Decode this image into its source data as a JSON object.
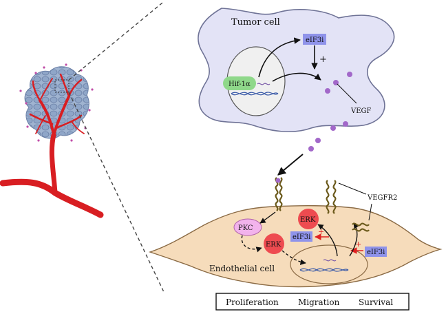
{
  "labels": {
    "tumor_cell": "Tumor cell",
    "eif3i_tumor": "eIF3i",
    "plus_tumor": "+",
    "hif": "Hif-1α",
    "vegf": "VEGF",
    "vegfr2": "VEGFR2",
    "pkc": "PKC",
    "erk_left": "ERK",
    "erk_top": "ERK",
    "eif3i_endo_left": "eIF3i",
    "eif3i_endo_right": "eIF3i",
    "plus_endo_left": "+",
    "plus_endo_right": "+",
    "endothelial_cell": "Endothelial cell",
    "outcomes": {
      "proliferation": "Proliferation",
      "migration": "Migration",
      "survival": "Survival"
    }
  },
  "colors": {
    "tumor_fill": "#e3e3f6",
    "tumor_stroke": "#6f7396",
    "endo_fill": "#f6dcbb",
    "endo_stroke": "#8a6a44",
    "nucleus_fill": "#f0f0f0",
    "hif_fill": "#8fd88a",
    "eif3i_fill": "#8f93ea",
    "vegf_dot": "#a268c9",
    "erk_fill": "#ee4b50",
    "pkc_fill": "#f2b3ec",
    "vessel_red": "#d81e22",
    "arrow_red": "#e02020",
    "receptor": "#6b5a1c"
  }
}
